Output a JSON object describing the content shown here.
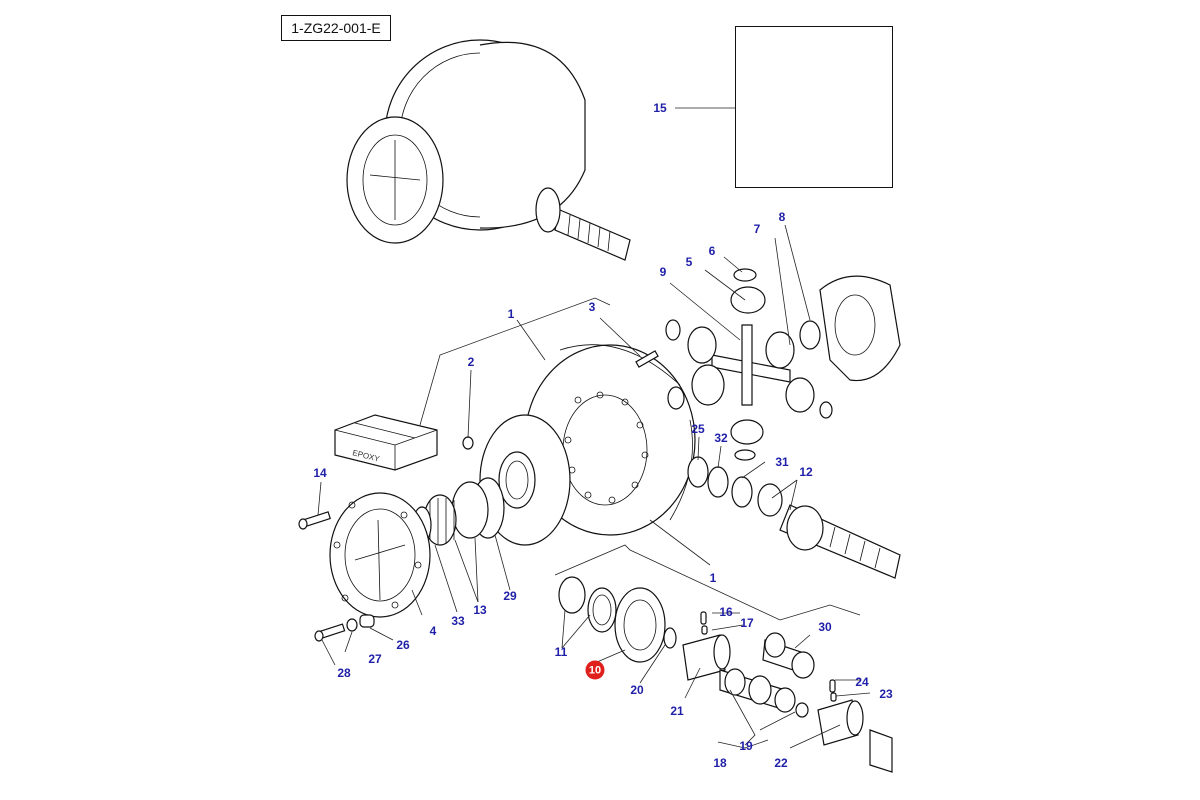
{
  "diagram": {
    "reference_code": "1-ZG22-001-E",
    "package_label": "EPOXY",
    "highlighted_part": "10",
    "colors": {
      "callout_text": "#1f1fa8",
      "highlight_fill": "#e0201c",
      "highlight_text": "#ffffff",
      "line": "#111111",
      "background": "#ffffff"
    },
    "callouts": {
      "c1a": "1",
      "c1b": "1",
      "c2": "2",
      "c3": "3",
      "c4": "4",
      "c5": "5",
      "c6": "6",
      "c7": "7",
      "c8": "8",
      "c9": "9",
      "c10": "10",
      "c11": "11",
      "c12": "12",
      "c13": "13",
      "c14": "14",
      "c15": "15",
      "c16": "16",
      "c17": "17",
      "c18": "18",
      "c19": "19",
      "c20": "20",
      "c21": "21",
      "c22": "22",
      "c23": "23",
      "c24": "24",
      "c25": "25",
      "c26": "26",
      "c27": "27",
      "c28": "28",
      "c29": "29",
      "c30": "30",
      "c31": "31",
      "c32": "32",
      "c33": "33"
    }
  }
}
